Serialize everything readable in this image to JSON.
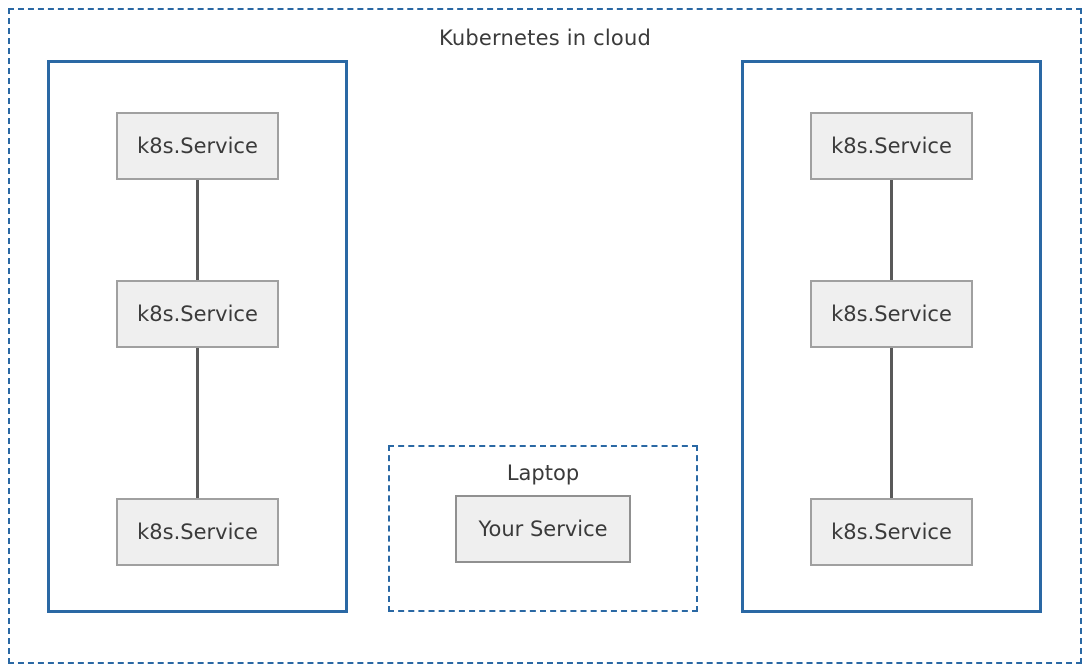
{
  "diagram": {
    "title": "Kubernetes in cloud",
    "colors": {
      "accent_blue": "#2a68a4",
      "node_fill": "#efefef",
      "node_border": "#a0a0a0",
      "connector": "#595959",
      "text": "#3a3a3a",
      "bg": "#ffffff"
    },
    "clusters": {
      "left": {
        "nodes": [
          {
            "label": "k8s.Service"
          },
          {
            "label": "k8s.Service"
          },
          {
            "label": "k8s.Service"
          }
        ]
      },
      "right": {
        "nodes": [
          {
            "label": "k8s.Service"
          },
          {
            "label": "k8s.Service"
          },
          {
            "label": "k8s.Service"
          }
        ]
      },
      "laptop": {
        "title": "Laptop",
        "node": {
          "label": "Your Service"
        }
      }
    }
  }
}
